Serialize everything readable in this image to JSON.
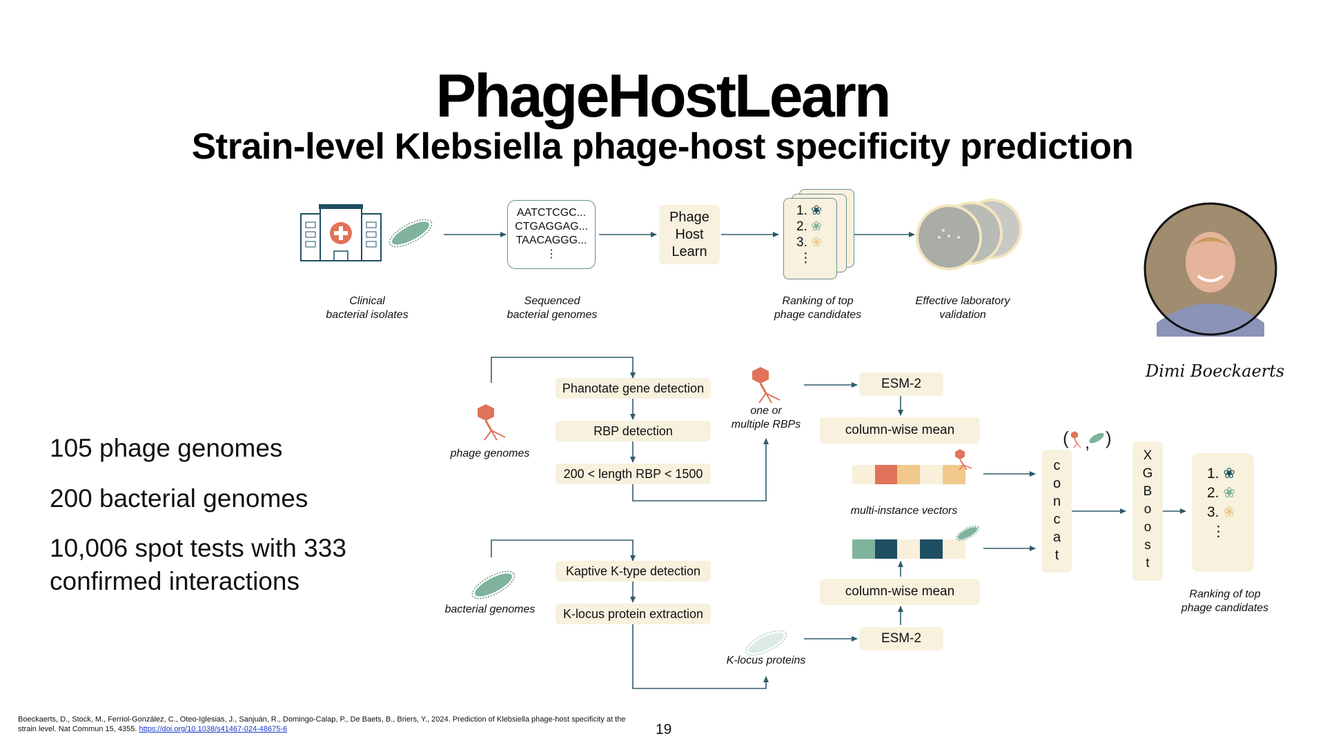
{
  "slide": {
    "title": "PhageHostLearn",
    "subtitle": "Strain-level Klebsiella phage-host specificity prediction",
    "page_number": "19",
    "signature": "Dimi Boeckaerts",
    "citation": "Boeckaerts, D., Stock, M., Ferriol-González, C., Oteo-Iglesias, J., Sanjuán, R., Domingo-Calap, P., De Baets, B., Briers, Y., 2024. Prediction of Klebsiella phage-host specificity at the strain level. Nat Commun 15, 4355.",
    "citation_link": "https://doi.org/10.1038/s41467-024-48675-6"
  },
  "stats": [
    "105 phage genomes",
    "200 bacterial genomes",
    "10,006 spot tests with 333 confirmed interactions"
  ],
  "top_pipeline": {
    "sequences": [
      "AATCTCGC...",
      "CTGAGGAG...",
      "TAACAGGG...",
      "⋮"
    ],
    "model_box": [
      "Phage",
      "Host",
      "Learn"
    ],
    "ranking": [
      "1.",
      "2.",
      "3.",
      "⋮"
    ],
    "captions": {
      "clinical": [
        "Clinical",
        "bacterial isolates"
      ],
      "sequenced": [
        "Sequenced",
        "bacterial genomes"
      ],
      "ranking": [
        "Ranking of top",
        "phage candidates"
      ],
      "validation": [
        "Effective laboratory",
        "validation"
      ]
    }
  },
  "detail_pipeline": {
    "phage_branch": {
      "input_caption": "phage genomes",
      "steps": [
        "Phanotate gene detection",
        "RBP detection",
        "200 < length RBP < 1500"
      ],
      "rbp_caption": [
        "one or",
        "multiple RBPs"
      ],
      "embed": "ESM-2",
      "pool": "column-wise mean"
    },
    "bacteria_branch": {
      "input_caption": "bacterial genomes",
      "steps": [
        "Kaptive K-type detection",
        "K-locus protein extraction"
      ],
      "protein_caption": "K-locus proteins",
      "embed": "ESM-2",
      "pool": "column-wise mean"
    },
    "vectors_caption": "multi-instance vectors",
    "concat_letters": [
      "c",
      "o",
      "n",
      "c",
      "a",
      "t"
    ],
    "xgboost_letters": [
      "X",
      "G",
      "B",
      "o",
      "o",
      "s",
      "t"
    ],
    "pair_label": "(  ,  )",
    "final_ranking": [
      "1.",
      "2.",
      "3.",
      "⋮"
    ],
    "final_caption": [
      "Ranking of top",
      "phage candidates"
    ]
  },
  "colors": {
    "phage": "#e0735a",
    "bacteria": "#7fb39b",
    "teal_dark": "#1e4f63",
    "cream": "#f7f1de",
    "gold": "#f1c98c",
    "arrow": "#2f5a6b"
  }
}
